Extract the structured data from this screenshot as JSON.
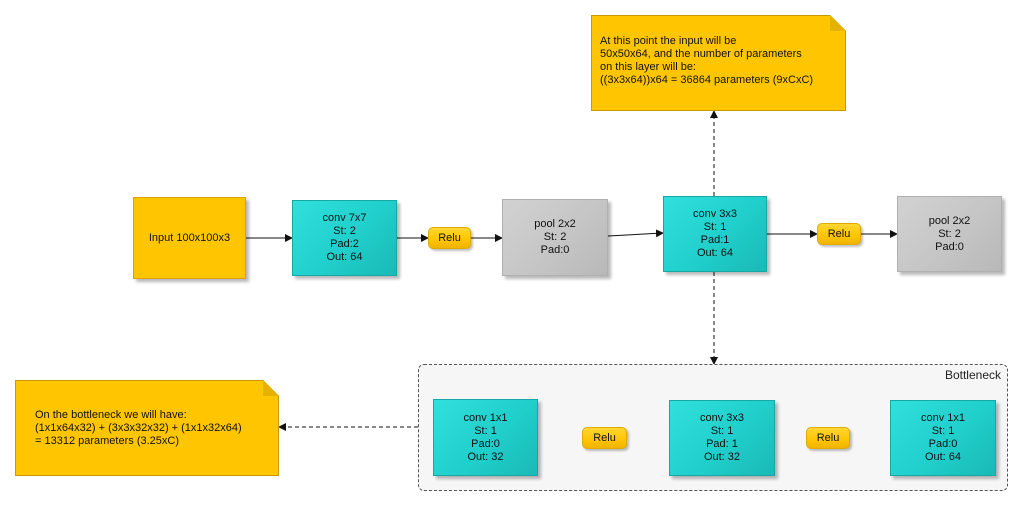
{
  "input": {
    "label": "Input 100x100x3"
  },
  "conv1": {
    "lines": [
      "conv 7x7",
      "St: 2",
      "Pad:2",
      "Out: 64"
    ]
  },
  "relu1": {
    "label": "Relu"
  },
  "pool1": {
    "lines": [
      "pool 2x2",
      "St: 2",
      "Pad:0"
    ]
  },
  "conv2": {
    "lines": [
      "conv 3x3",
      "St: 1",
      "Pad:1",
      "Out: 64"
    ]
  },
  "relu2": {
    "label": "Relu"
  },
  "pool2": {
    "lines": [
      "pool 2x2",
      "St: 2",
      "Pad:0"
    ]
  },
  "note_top": {
    "lines": [
      "At this point the input will be",
      "50x50x64, and the number of parameters",
      "on this layer will be:",
      "((3x3x64))x64 = 36864 parameters (9xCxC)"
    ]
  },
  "note_left": {
    "lines": [
      "On the bottleneck we will have:",
      "(1x1x64x32) + (3x3x32x32) + (1x1x32x64)",
      "= 13312 parameters (3.25xC)"
    ]
  },
  "bottleneck": {
    "title": "Bottleneck",
    "conv_a": {
      "lines": [
        "conv 1x1",
        "St: 1",
        "Pad:0",
        "Out: 32"
      ]
    },
    "relu_a": {
      "label": "Relu"
    },
    "conv_b": {
      "lines": [
        "conv 3x3",
        "St: 1",
        "Pad: 1",
        "Out: 32"
      ]
    },
    "relu_b": {
      "label": "Relu"
    },
    "conv_c": {
      "lines": [
        "conv 1x1",
        "St: 1",
        "Pad:0",
        "Out: 64"
      ]
    }
  },
  "colors": {
    "conv": "#1fd0cc",
    "pool": "#c6c6c6",
    "relu": "#ffc600",
    "note": "#ffc600",
    "input": "#ffc600"
  }
}
